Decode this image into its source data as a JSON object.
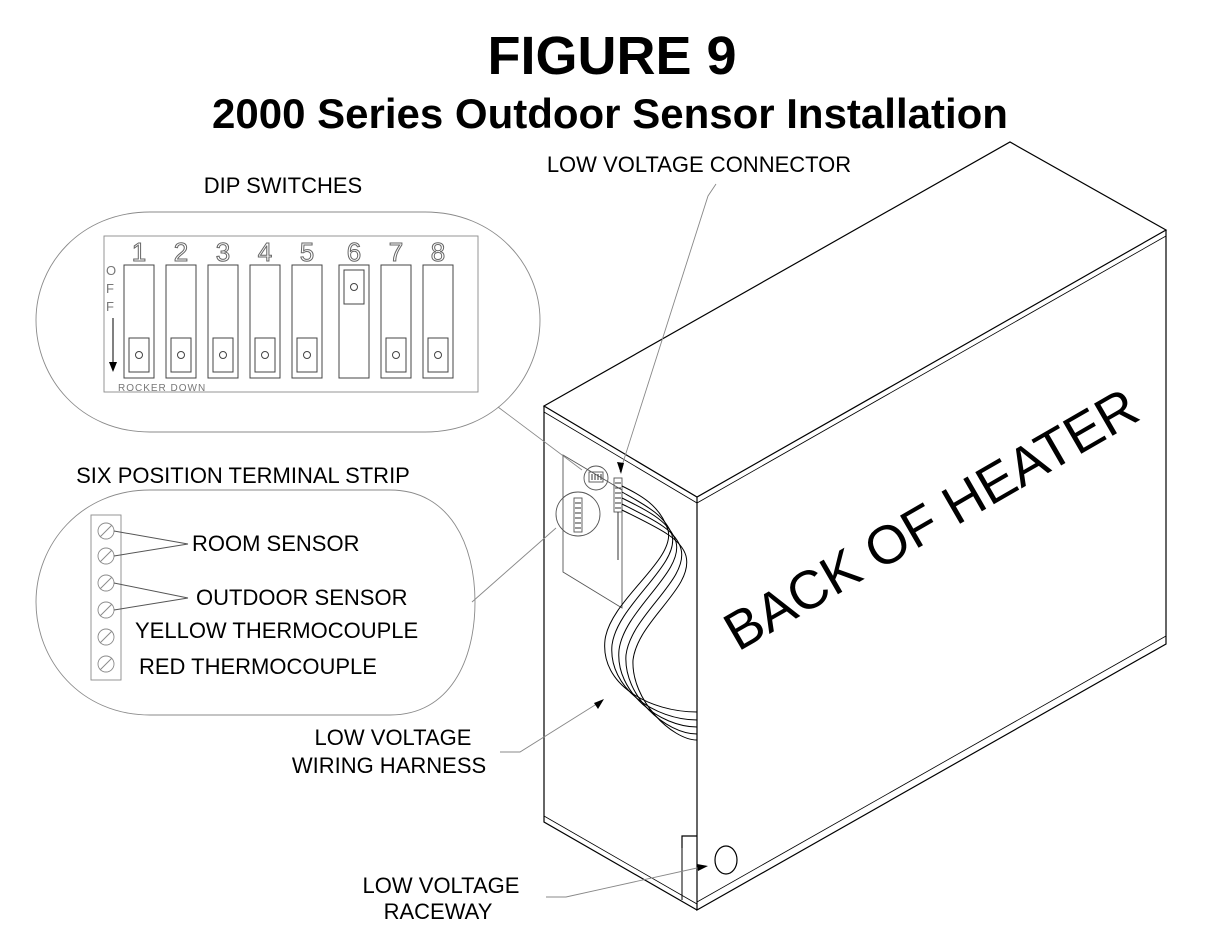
{
  "figure": {
    "title": "FIGURE 9",
    "subtitle": "2000 Series Outdoor Sensor Installation"
  },
  "dip_switches": {
    "heading": "DIP SWITCHES",
    "numbers": [
      "1",
      "2",
      "3",
      "4",
      "5",
      "6",
      "7",
      "8"
    ],
    "off_letters": [
      "O",
      "F",
      "F"
    ],
    "rocker_label": "ROCKER DOWN",
    "states": [
      "down",
      "down",
      "down",
      "down",
      "down",
      "up",
      "down",
      "down"
    ]
  },
  "terminal_strip": {
    "heading": "SIX POSITION TERMINAL STRIP",
    "labels": [
      "ROOM SENSOR",
      "OUTDOOR SENSOR",
      "YELLOW THERMOCOUPLE",
      "RED THERMOCOUPLE"
    ]
  },
  "callouts": {
    "low_voltage_connector": "LOW VOLTAGE CONNECTOR",
    "harness_line1": "LOW VOLTAGE",
    "harness_line2": "WIRING HARNESS",
    "raceway_line1": "LOW VOLTAGE",
    "raceway_line2": "RACEWAY"
  },
  "heater": {
    "label": "BACK OF HEATER"
  }
}
